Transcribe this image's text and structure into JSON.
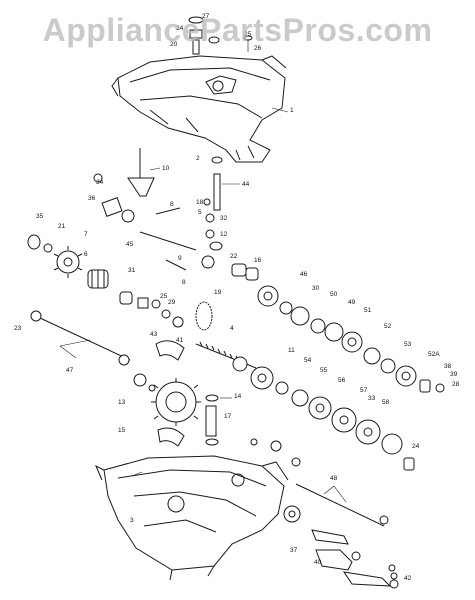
{
  "watermark": {
    "text": "AppliancePartsPros.com"
  },
  "callouts": [
    "27",
    "24",
    "20",
    "25",
    "26",
    "1",
    "2",
    "44",
    "10",
    "18",
    "34",
    "36",
    "35",
    "21",
    "8",
    "5",
    "32",
    "12",
    "45",
    "9",
    "7",
    "6",
    "4",
    "25",
    "8",
    "16",
    "22",
    "31",
    "30",
    "29",
    "19",
    "41",
    "43",
    "46",
    "50",
    "49",
    "51",
    "53",
    "52",
    "52A",
    "55",
    "56",
    "54",
    "33",
    "57",
    "58",
    "24",
    "38",
    "39",
    "28",
    "23",
    "47",
    "11",
    "14",
    "13",
    "17",
    "15",
    "48",
    "3",
    "37",
    "40",
    "42"
  ]
}
